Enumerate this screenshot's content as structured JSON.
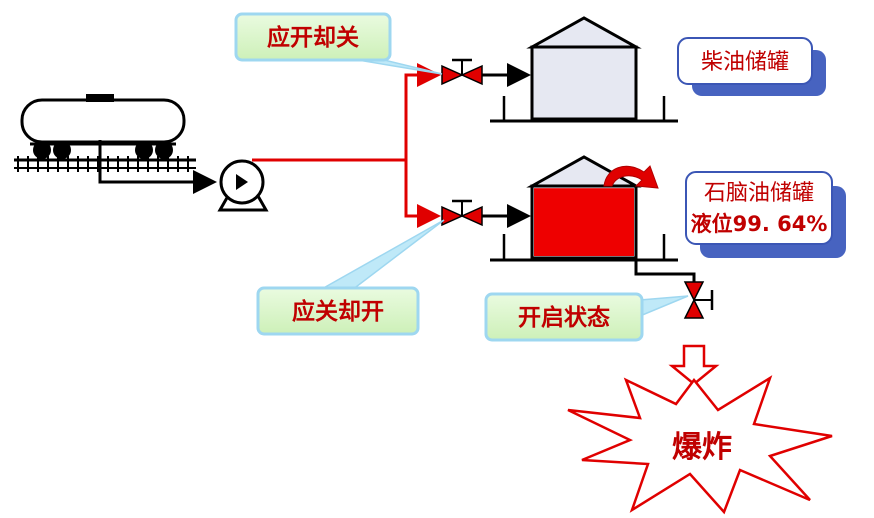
{
  "callouts": {
    "top_valve": "应开却关",
    "bottom_valve": "应关却开",
    "drain_valve": "开启状态"
  },
  "tanks": {
    "diesel": {
      "name": "柴油储罐"
    },
    "naphtha": {
      "name": "石脑油储罐",
      "level_text": "液位99. 64%",
      "level_percent": 99.64
    }
  },
  "explosion": {
    "label": "爆炸"
  },
  "colors": {
    "pipe": "#e00000",
    "valve": "#e00000",
    "callout_fill": "#d9f5c6",
    "callout_border": "#9ed7f0",
    "label_text": "#c00000",
    "tank_body": "#e6e8f2",
    "tank_fill": "#ee0000",
    "tank_label_shadow": "#4763c0"
  }
}
